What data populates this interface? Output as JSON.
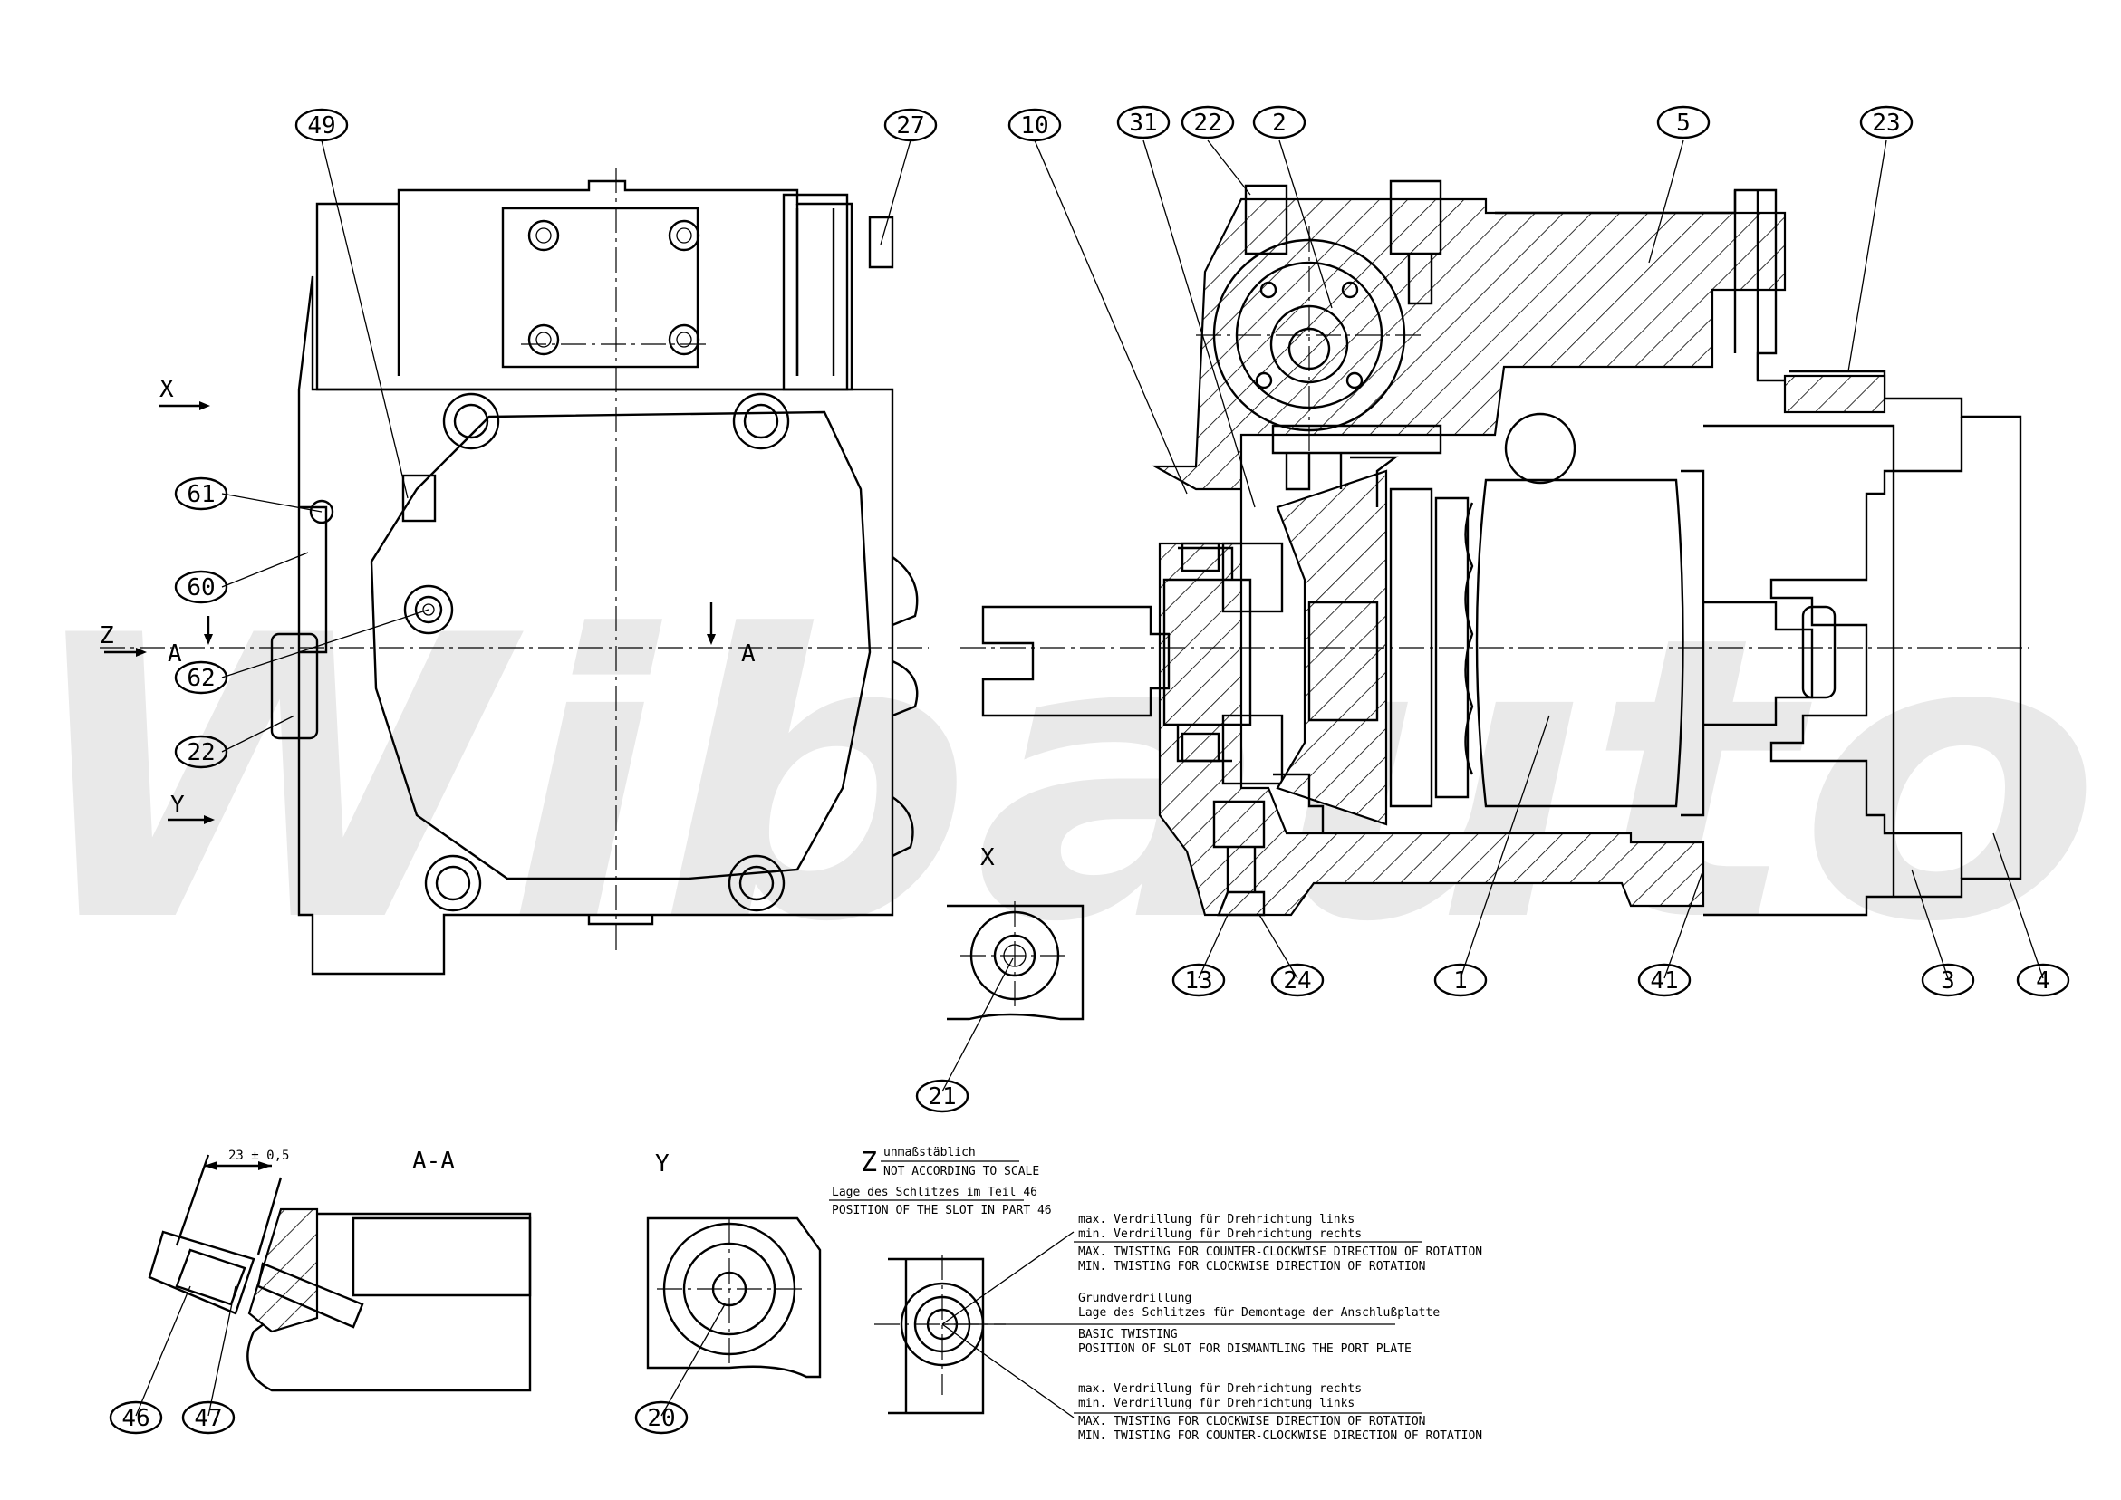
{
  "watermark": "Wibauto",
  "section_marks": {
    "x": "X",
    "y": "Y",
    "z": "Z",
    "a": "A"
  },
  "view_titles": {
    "section_aa": "A-A",
    "view_x": "X",
    "view_y": "Y",
    "view_z": "Z"
  },
  "scale_note": {
    "de": "unmaßstäblich",
    "en": "NOT ACCORDING TO SCALE"
  },
  "slot_note": {
    "de": "Lage des Schlitzes im Teil 46",
    "en": "POSITION OF THE SLOT IN PART 46"
  },
  "dimension": "23 ± 0,5",
  "twist_notes": {
    "top": [
      "max. Verdrillung für Drehrichtung links",
      "min. Verdrillung für Drehrichtung rechts",
      "MAX. TWISTING FOR COUNTER-CLOCKWISE DIRECTION OF ROTATION",
      "MIN. TWISTING FOR CLOCKWISE DIRECTION OF ROTATION"
    ],
    "middle": [
      "Grundverdrillung",
      "Lage des Schlitzes für Demontage der Anschlußplatte",
      "BASIC TWISTING",
      "POSITION OF SLOT FOR DISMANTLING THE PORT PLATE"
    ],
    "bottom": [
      "max. Verdrillung für Drehrichtung rechts",
      "min. Verdrillung für Drehrichtung links",
      "MAX. TWISTING FOR CLOCKWISE DIRECTION OF ROTATION",
      "MIN. TWISTING FOR COUNTER-CLOCKWISE DIRECTION OF ROTATION"
    ]
  },
  "balloons": {
    "b49": "49",
    "b27": "27",
    "b10": "10",
    "b31": "31",
    "b22a": "22",
    "b2": "2",
    "b5": "5",
    "b23": "23",
    "b61": "61",
    "b60": "60",
    "b62": "62",
    "b22b": "22",
    "b13": "13",
    "b24": "24",
    "b1": "1",
    "b41": "41",
    "b3": "3",
    "b4": "4",
    "b21": "21",
    "b46": "46",
    "b47": "47",
    "b20": "20"
  }
}
